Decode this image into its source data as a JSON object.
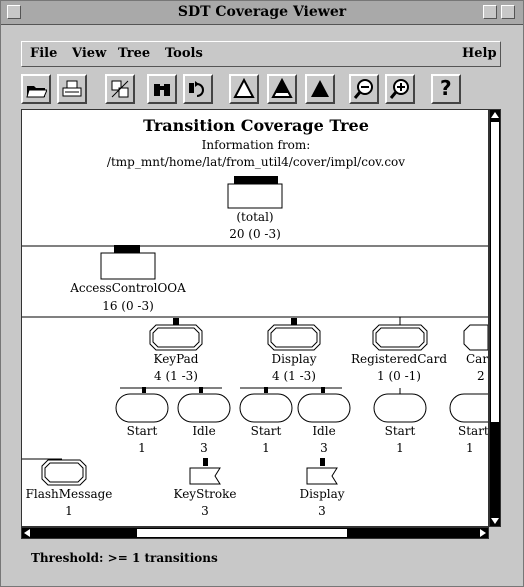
{
  "window": {
    "title": "SDT Coverage Viewer"
  },
  "menu": {
    "file": "File",
    "view": "View",
    "tree": "Tree",
    "tools": "Tools",
    "help": "Help"
  },
  "toolbar": {
    "icons": [
      "open-folder-icon",
      "print-icon",
      "select-region-icon",
      "binoculars-icon",
      "refresh-icon",
      "triangle-outline-icon",
      "triangle-half-icon",
      "triangle-filled-icon",
      "zoom-out-icon",
      "zoom-in-icon",
      "help-icon"
    ],
    "help_label": "?"
  },
  "tree": {
    "title": "Transition Coverage Tree",
    "info_label": "Information from:",
    "file_path": "/tmp_mnt/home/lat/from_util4/cover/impl/cov.cov",
    "root": {
      "name": "(total)",
      "stats": "20 (0 -3)"
    },
    "level1": {
      "name": "AccessControlOOA",
      "stats": "16 (0 -3)"
    },
    "level2": [
      {
        "name": "KeyPad",
        "stats": "4 (1 -3)"
      },
      {
        "name": "Display",
        "stats": "4 (1 -3)"
      },
      {
        "name": "RegisteredCard",
        "stats": "1 (0 -1)"
      },
      {
        "name": "Car",
        "stats": "2"
      }
    ],
    "level3": [
      {
        "name": "Start",
        "stats": "1"
      },
      {
        "name": "Idle",
        "stats": "3"
      },
      {
        "name": "Start",
        "stats": "1"
      },
      {
        "name": "Idle",
        "stats": "3"
      },
      {
        "name": "Start",
        "stats": "1"
      },
      {
        "name": "Start",
        "stats": "1"
      }
    ],
    "level4": [
      {
        "name": "FlashMessage",
        "stats": "1"
      },
      {
        "name": "KeyStroke",
        "stats": "3"
      },
      {
        "name": "Display",
        "stats": "3"
      }
    ]
  },
  "status": {
    "text": "Threshold: >= 1 transitions"
  }
}
